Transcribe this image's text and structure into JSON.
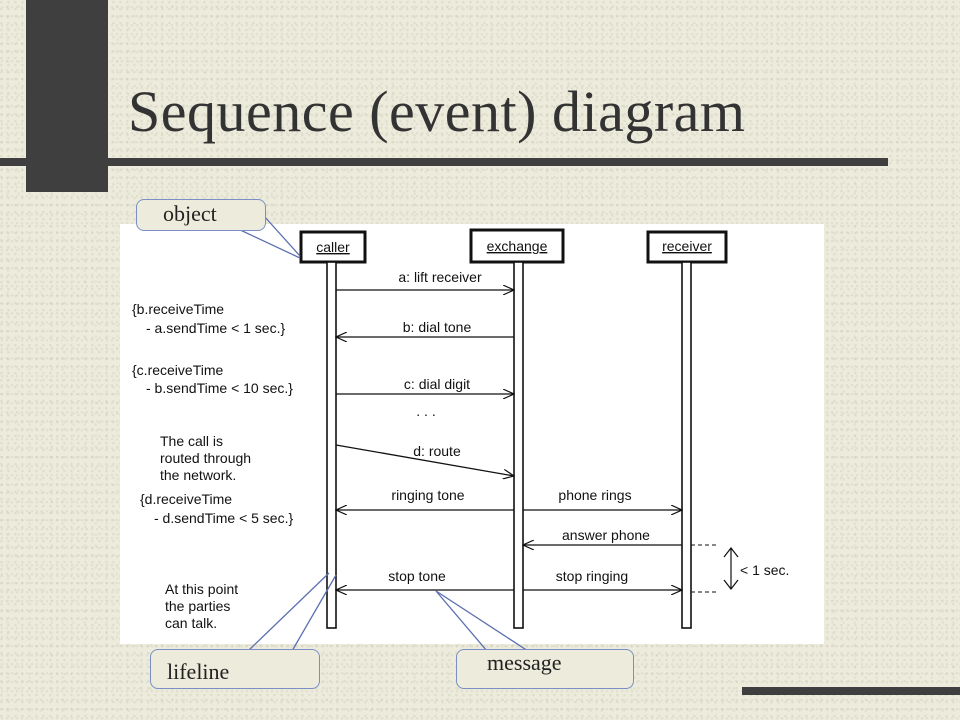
{
  "slide": {
    "title": "Sequence (event) diagram"
  },
  "callouts": {
    "object": "object",
    "lifeline": "lifeline",
    "message": "message"
  },
  "diagram": {
    "objects": [
      "caller",
      "exchange",
      "receiver"
    ],
    "messages": {
      "a": "a: lift receiver",
      "b": "b: dial tone",
      "c": "c: dial digit",
      "ellipsis": ". . .",
      "d": "d: route",
      "ringing_tone": "ringing tone",
      "phone_rings": "phone rings",
      "answer_phone": "answer phone",
      "stop_tone": "stop tone",
      "stop_ringing": "stop ringing"
    },
    "notes": {
      "constraint_b_1": "{b.receiveTime",
      "constraint_b_2": "- a.sendTime < 1 sec.}",
      "constraint_c_1": "{c.receiveTime",
      "constraint_c_2": "- b.sendTime < 10 sec.}",
      "routed_1": "The call is",
      "routed_2": "routed through",
      "routed_3": "the network.",
      "constraint_d_1": "{d.receiveTime",
      "constraint_d_2": "- d.sendTime < 5 sec.}",
      "talk_1": "At this point",
      "talk_2": "the parties",
      "talk_3": "can talk.",
      "timing": "< 1 sec."
    }
  }
}
